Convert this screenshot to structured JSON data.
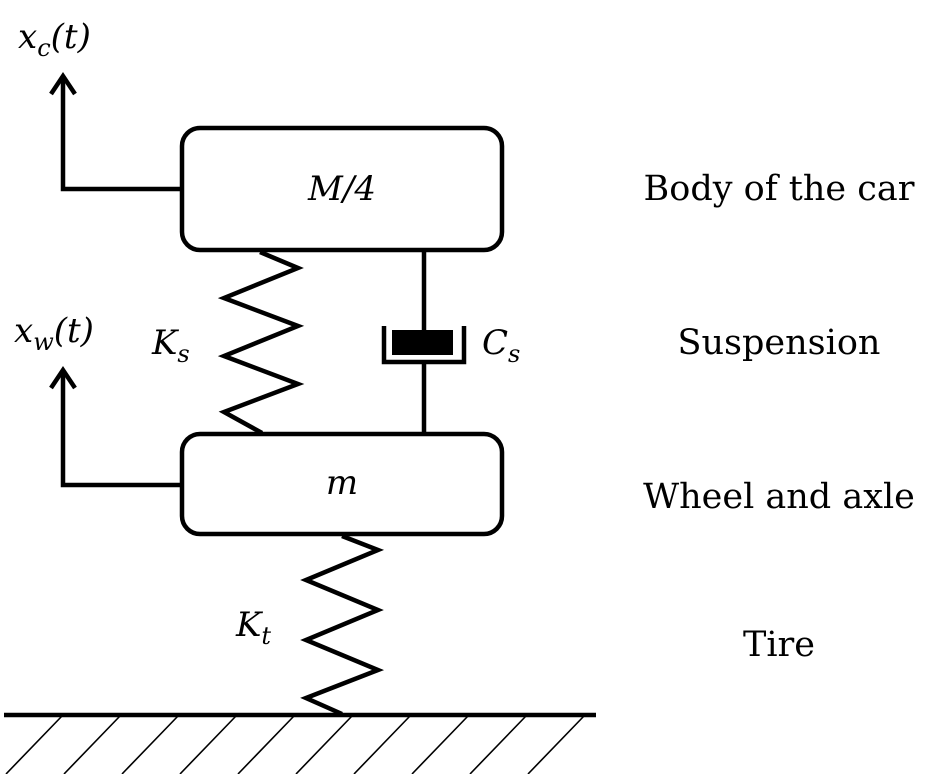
{
  "variables": {
    "xc": {
      "base": "x",
      "sub": "c",
      "arg": "(t)"
    },
    "xw": {
      "base": "x",
      "sub": "w",
      "arg": "(t)"
    },
    "ks": {
      "base": "K",
      "sub": "s"
    },
    "cs": {
      "base": "C",
      "sub": "s"
    },
    "kt": {
      "base": "K",
      "sub": "t"
    }
  },
  "masses": {
    "body": "M/4",
    "wheel": "m"
  },
  "labels": {
    "body": "Body of the car",
    "suspension": "Suspension",
    "wheel": "Wheel and axle",
    "tire": "Tire"
  }
}
